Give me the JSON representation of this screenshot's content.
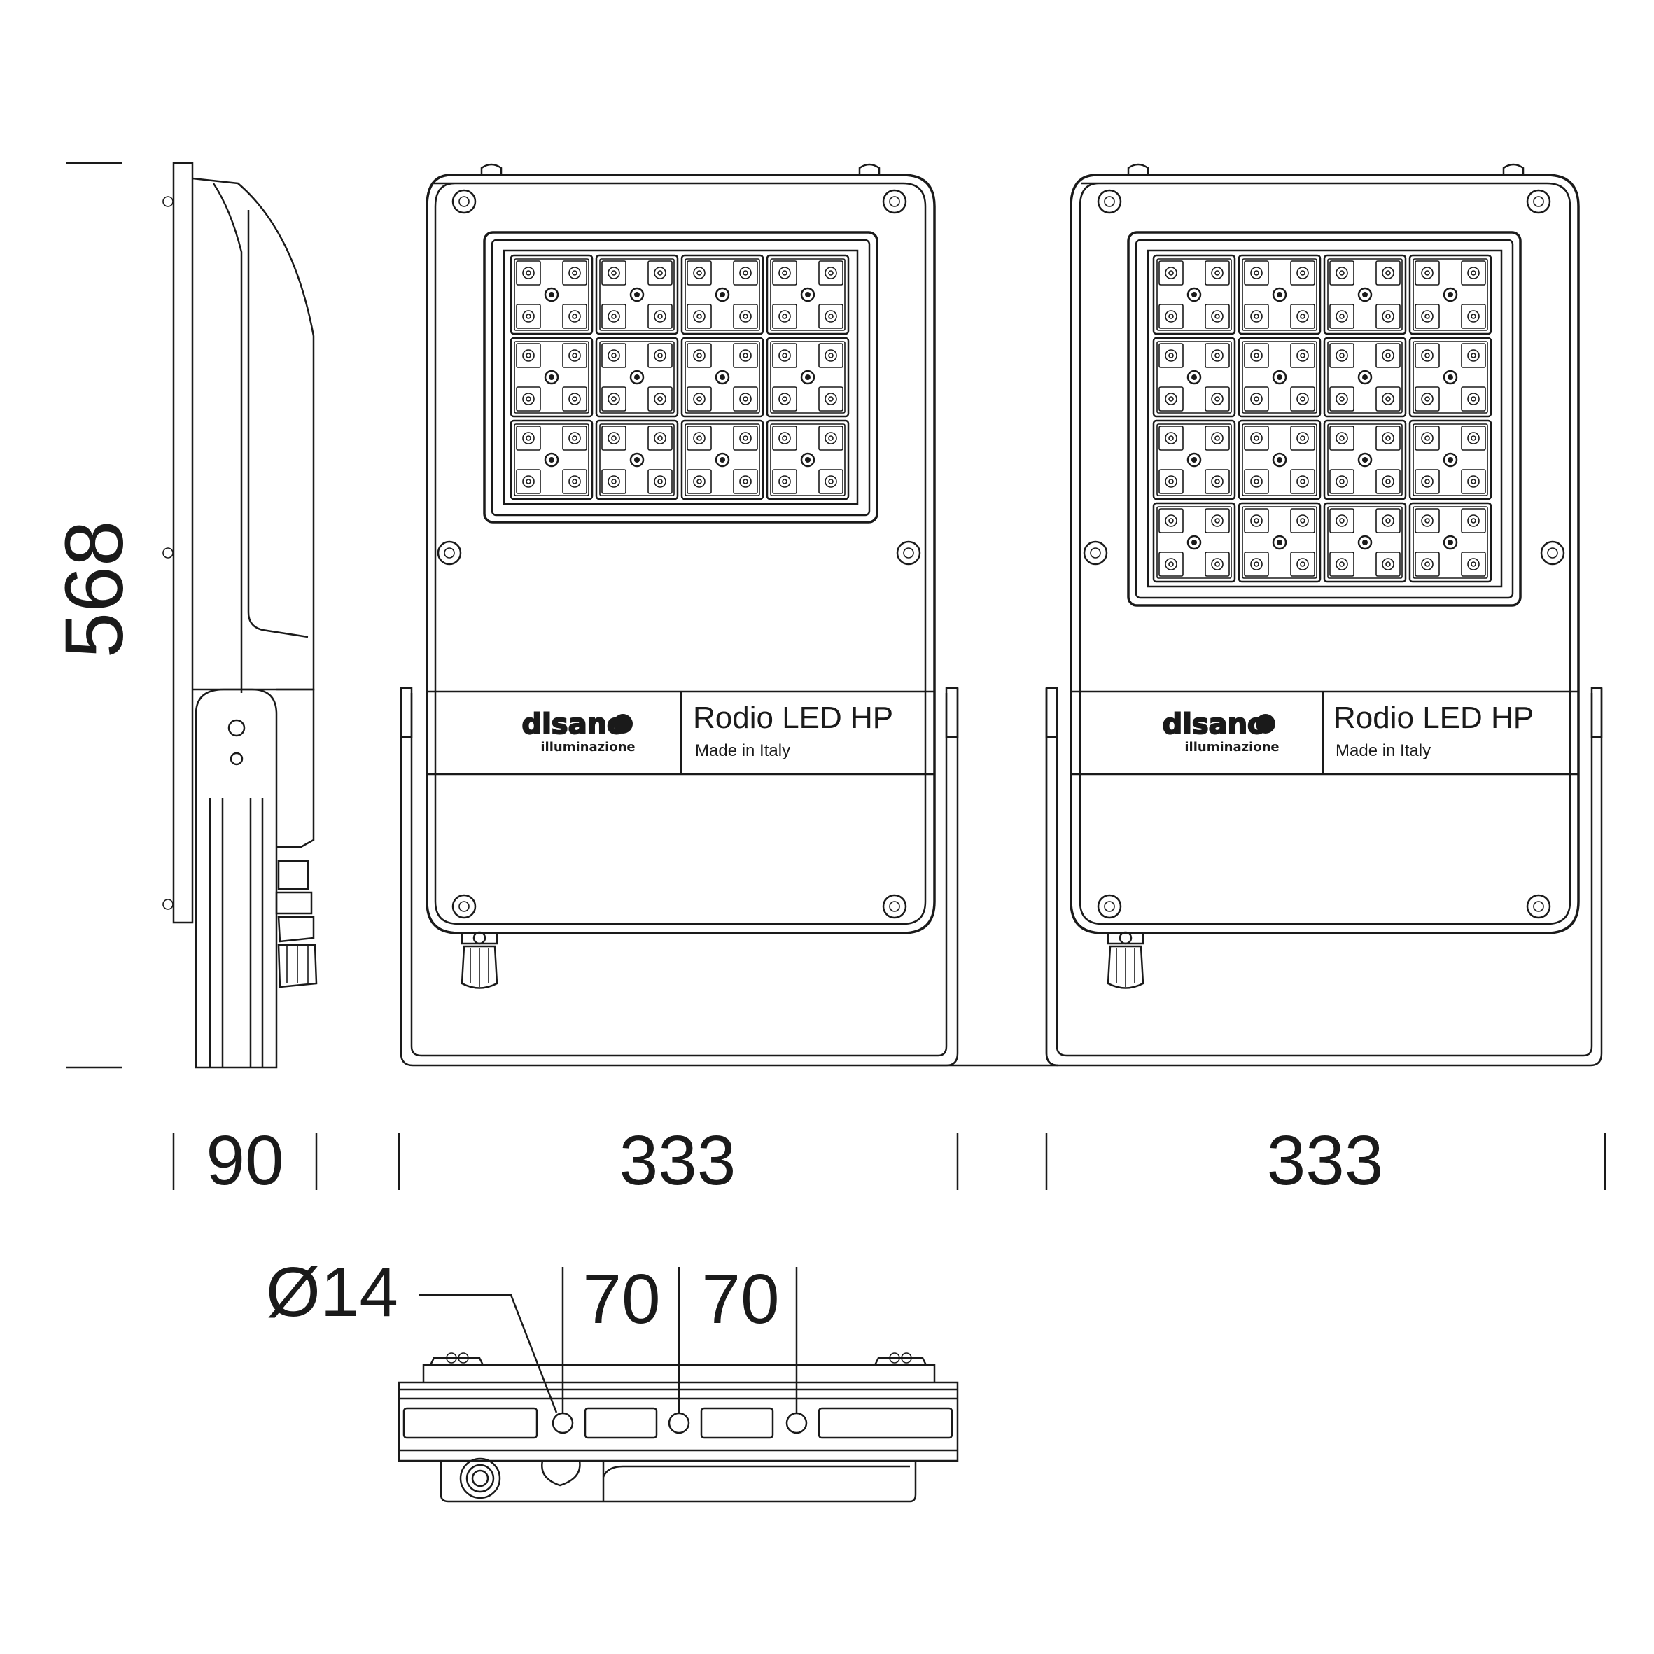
{
  "dimensions": {
    "height": "568",
    "side_depth": "90",
    "front_width_a": "333",
    "front_width_b": "333",
    "hole_diameter": "Ø14",
    "hole_spacing_1": "70",
    "hole_spacing_2": "70"
  },
  "front_views": [
    {
      "product_name": "Rodio LED HP",
      "origin": "Made in Italy",
      "brand": "disano",
      "brand_sub": "illuminazione",
      "led_rows": 3,
      "led_cols": 4
    },
    {
      "product_name": "Rodio LED HP",
      "origin": "Made in Italy",
      "brand": "disano",
      "brand_sub": "illuminazione",
      "led_rows": 4,
      "led_cols": 4
    }
  ]
}
